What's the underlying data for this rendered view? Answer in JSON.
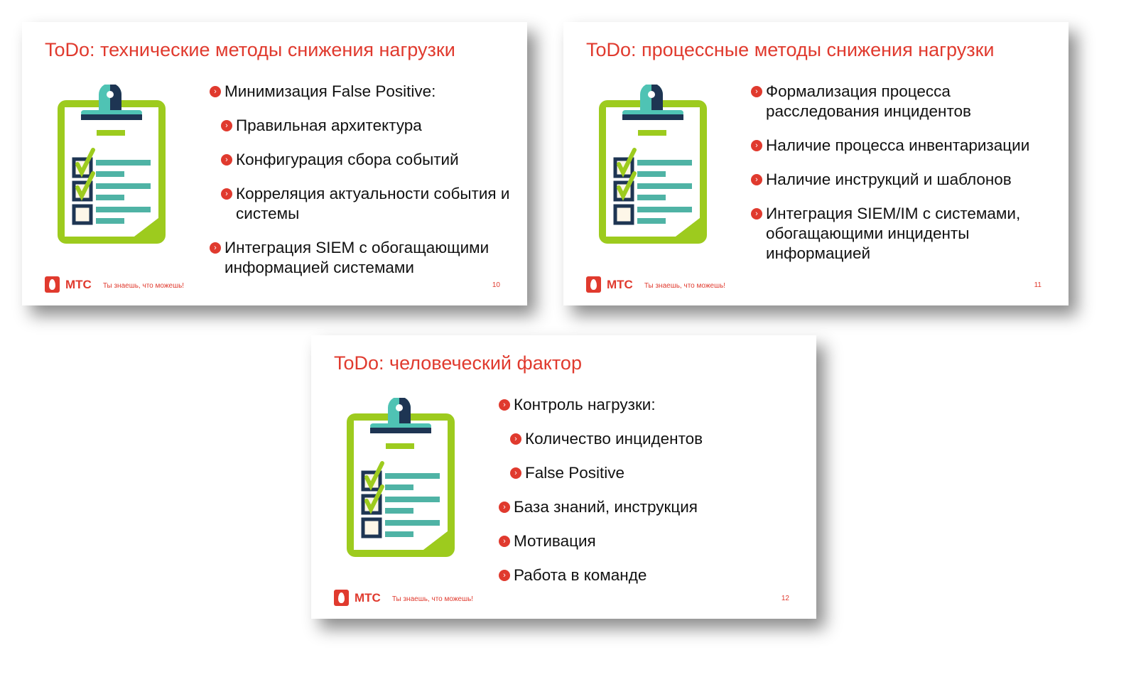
{
  "brand": "МТС",
  "slogan": "Ты знаешь, что можешь!",
  "slides": [
    {
      "title": "ToDo: технические методы снижения нагрузки",
      "page": "10",
      "items": [
        {
          "text": "Минимизация False Positive:",
          "level": 0
        },
        {
          "text": "Правильная архитектура",
          "level": 1
        },
        {
          "text": "Конфигурация сбора событий",
          "level": 1
        },
        {
          "text": "Корреляция актуальности события и системы",
          "level": 1
        },
        {
          "text": "Интеграция SIEM с обогащающими информацией системами",
          "level": 0
        }
      ]
    },
    {
      "title": "ToDo: процессные методы снижения нагрузки",
      "page": "11",
      "items": [
        {
          "text": "Формализация процесса расследования инцидентов",
          "level": 0
        },
        {
          "text": "Наличие процесса инвентаризации",
          "level": 0
        },
        {
          "text": "Наличие инструкций и шаблонов",
          "level": 0
        },
        {
          "text": "Интеграция SIEM/IM с системами, обогащающими инциденты информацией",
          "level": 0
        }
      ]
    },
    {
      "title": "ToDo: человеческий фактор",
      "page": "12",
      "items": [
        {
          "text": "Контроль нагрузки:",
          "level": 0
        },
        {
          "text": "Количество инцидентов",
          "level": 1
        },
        {
          "text": "False Positive",
          "level": 1
        },
        {
          "text": "База знаний, инструкция",
          "level": 0
        },
        {
          "text": "Мотивация",
          "level": 0
        },
        {
          "text": "Работа в команде",
          "level": 0
        }
      ]
    }
  ],
  "colors": {
    "accent": "#e03a2e",
    "green": "#9dcb1e",
    "teal": "#4fb3a5",
    "navy": "#1e3553"
  }
}
